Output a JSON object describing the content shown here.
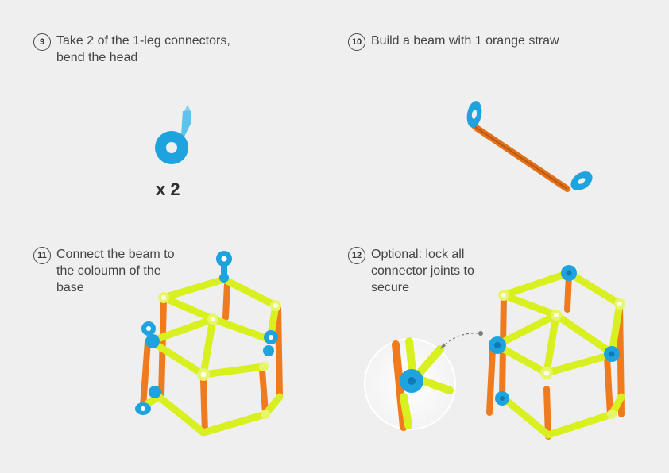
{
  "steps": [
    {
      "number": "9",
      "text_line1": "Take 2 of the 1-leg connectors,",
      "text_line2": "bend the head",
      "text_line3": ""
    },
    {
      "number": "10",
      "text_line1": "Build a beam with 1 orange straw",
      "text_line2": "",
      "text_line3": ""
    },
    {
      "number": "11",
      "text_line1": "Connect the beam to",
      "text_line2": "the coloumn of the",
      "text_line3": "base"
    },
    {
      "number": "12",
      "text_line1": "Optional: lock all",
      "text_line2": "connector joints to",
      "text_line3": "secure"
    }
  ],
  "quantity_label": "x 2",
  "colors": {
    "background": "#efefef",
    "connector_blue": "#1fa3df",
    "straw_yellow": "#d9f020",
    "straw_orange": "#f07a1e"
  }
}
